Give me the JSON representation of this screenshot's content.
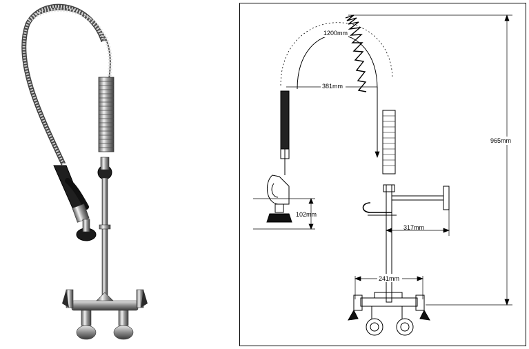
{
  "photo": {
    "subject": "pre-rinse faucet assembly"
  },
  "drawing": {
    "dimensions": {
      "hose_length": "1200mm",
      "reach": "381mm",
      "overall_height": "965mm",
      "spray_head_height": "102mm",
      "wall_arm_projection": "317mm",
      "faucet_centers": "241mm"
    }
  }
}
